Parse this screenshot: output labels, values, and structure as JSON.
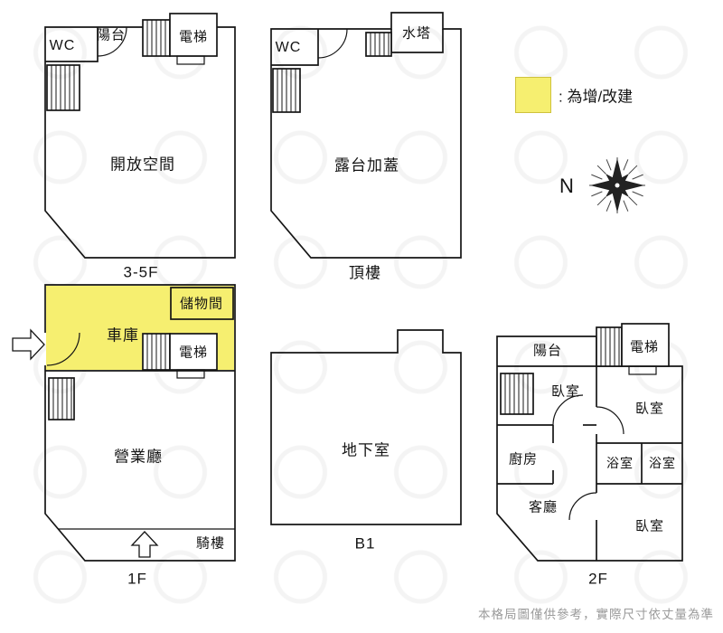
{
  "legend": {
    "highlight_label": ": 為增/改建",
    "north_label": "N",
    "highlight_color": "#f6ef70"
  },
  "plans": {
    "f3to5": {
      "floor_label": "3-5F",
      "rooms": {
        "wc": "WC",
        "balcony": "陽台",
        "elevator": "電梯",
        "open_space": "開放空間"
      }
    },
    "roof": {
      "floor_label": "頂樓",
      "rooms": {
        "wc": "WC",
        "water_tower": "水塔",
        "terrace": "露台加蓋"
      }
    },
    "f1": {
      "floor_label": "1F",
      "rooms": {
        "garage": "車庫",
        "storage": "儲物間",
        "elevator": "電梯",
        "business_hall": "營業廳",
        "arcade": "騎樓"
      }
    },
    "b1": {
      "floor_label": "B1",
      "rooms": {
        "basement": "地下室"
      }
    },
    "f2": {
      "floor_label": "2F",
      "rooms": {
        "balcony": "陽台",
        "elevator": "電梯",
        "bedroom_a": "臥室",
        "bedroom_b": "臥室",
        "bedroom_c": "臥室",
        "kitchen": "廚房",
        "bath_a": "浴室",
        "bath_b": "浴室",
        "living": "客廳"
      }
    }
  },
  "footer": {
    "disclaimer": "本格局圖僅供參考，實際尺寸依丈量為準"
  }
}
